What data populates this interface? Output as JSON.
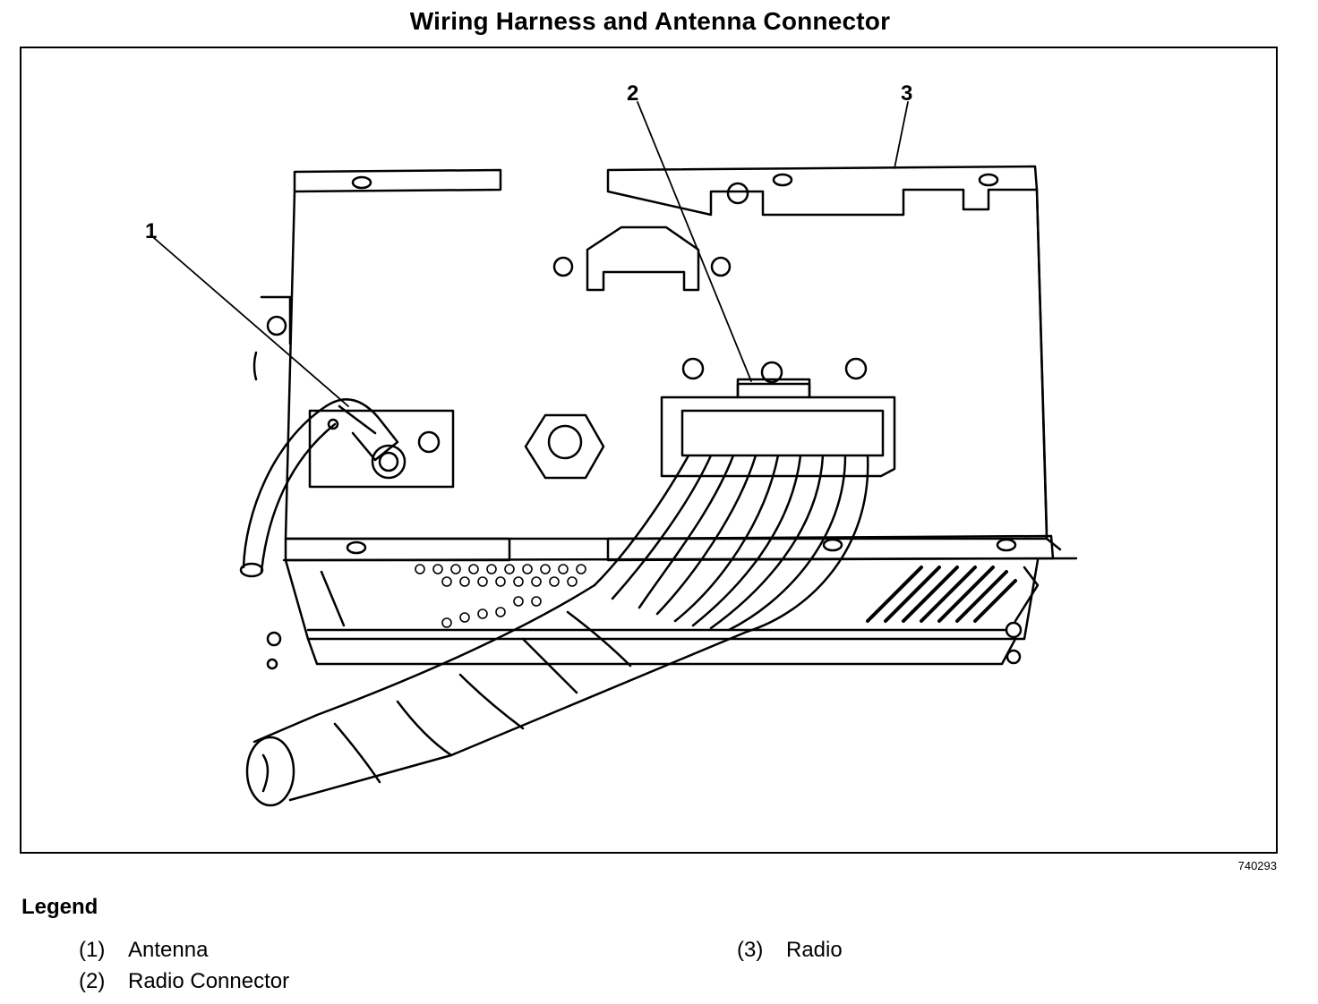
{
  "title": "Wiring Harness and Antenna Connector",
  "figure_id": "740293",
  "callouts": [
    {
      "number": "1",
      "refers_to": "Antenna"
    },
    {
      "number": "2",
      "refers_to": "Radio Connector"
    },
    {
      "number": "3",
      "refers_to": "Radio"
    }
  ],
  "legend": {
    "heading": "Legend",
    "items": [
      {
        "num": "(1)",
        "label": "Antenna"
      },
      {
        "num": "(2)",
        "label": "Radio Connector"
      },
      {
        "num": "(3)",
        "label": "Radio"
      }
    ]
  },
  "colors": {
    "line": "#000000",
    "background": "#ffffff"
  }
}
